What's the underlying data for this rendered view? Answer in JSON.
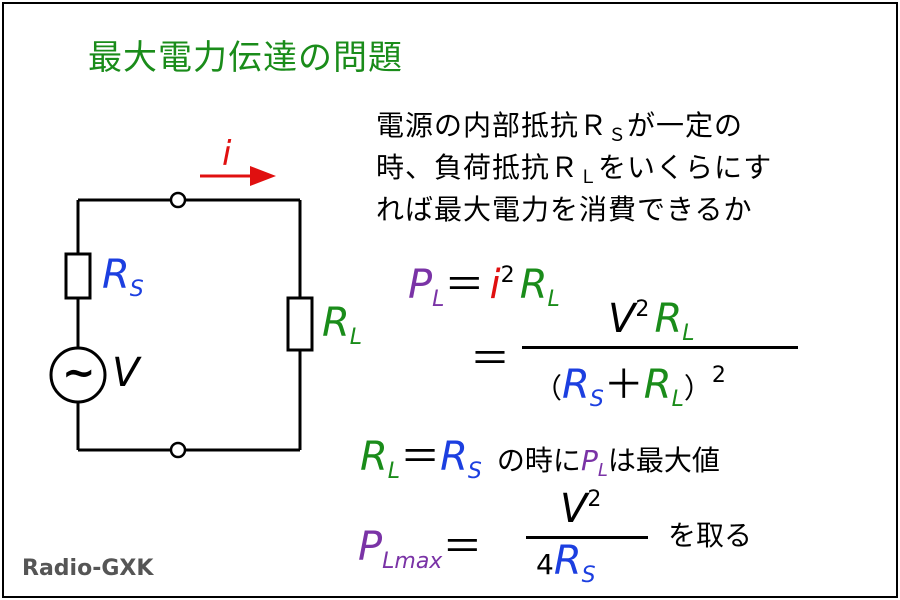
{
  "title": "最大電力伝達の問題",
  "problem_lines": [
    "電源の内部抵抗Ｒ",
    "Ｓ",
    "が一定の",
    "時、負荷抵抗Ｒ",
    "Ｌ",
    "をいくらにす",
    "れば最大電力を消費できるか"
  ],
  "circuit": {
    "current_label": "i",
    "source_resistor": {
      "symbol": "R",
      "subscript": "S"
    },
    "load_resistor": {
      "symbol": "R",
      "subscript": "L"
    },
    "source_label": "V",
    "source_glyph": "~"
  },
  "eq1": {
    "lhs": "P",
    "lhs_sub": "L",
    "equals": "＝",
    "i": "i",
    "exp": "2",
    "r": "R",
    "r_sub": "L"
  },
  "eq2": {
    "equals": "＝",
    "num_v": "V",
    "num_exp": "2",
    "num_r": "R",
    "num_r_sub": "L",
    "den_open": "（",
    "den_rs": "R",
    "den_rs_sub": "S",
    "den_plus": "＋",
    "den_rl": "R",
    "den_rl_sub": "L",
    "den_close": "）",
    "den_exp": "2"
  },
  "condition": {
    "rl": "R",
    "rl_sub": "L",
    "equals": "＝",
    "rs": "R",
    "rs_sub": "S",
    "text1": "の時に",
    "p": "P",
    "p_sub": "L",
    "text2": "は最大値"
  },
  "eq3": {
    "p": "P",
    "p_sub": "Lmax",
    "equals": "＝",
    "num_v": "V",
    "num_exp": "2",
    "den_coef": "4",
    "den_r": "R",
    "den_r_sub": "S",
    "text": "を取る"
  },
  "credit": "Radio-GXK",
  "colors": {
    "title": "#1a8c1a",
    "power": "#7a33a6",
    "load": "#1a8c1a",
    "source": "#1c3fe0",
    "current": "#e01010"
  }
}
